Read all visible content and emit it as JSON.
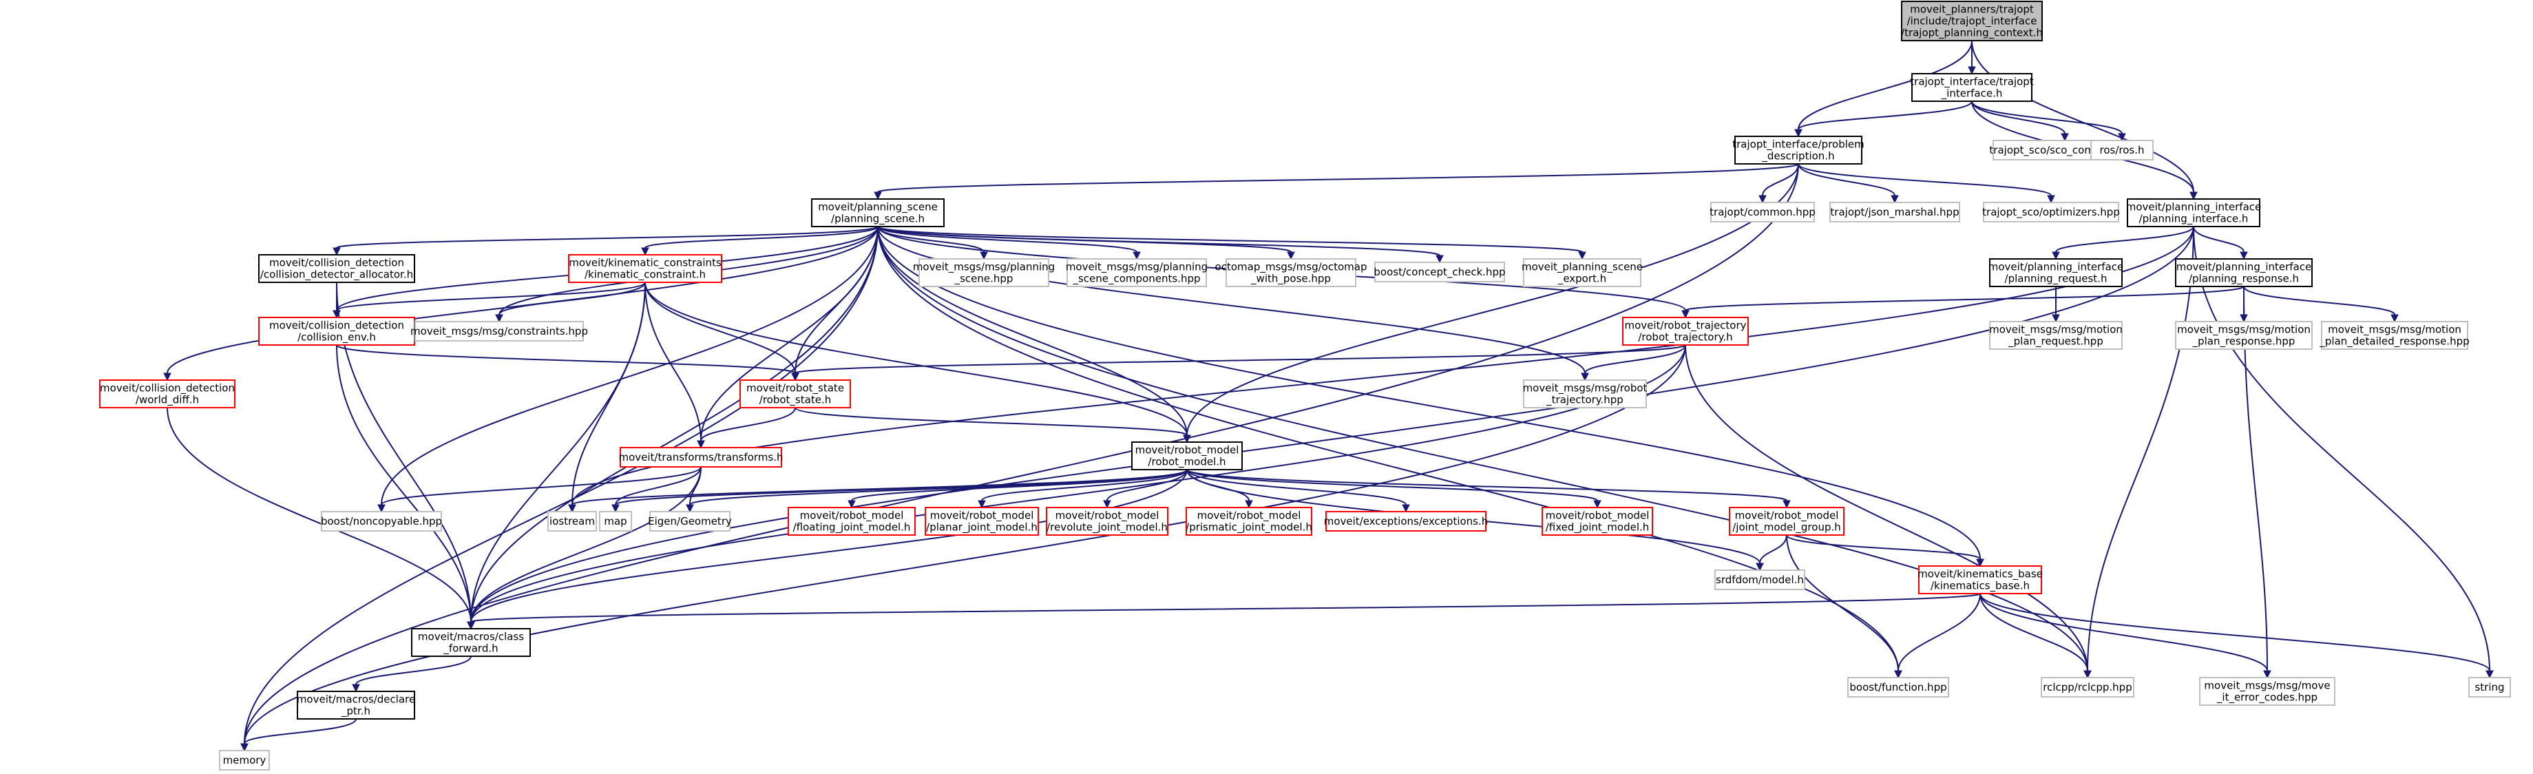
{
  "colors": {
    "edge": "#191970",
    "root_fill": "#bfbfbf",
    "root_border": "#000000",
    "documented_border": "#000000",
    "undocumented_border": "#ff0000",
    "external_border": "#bfbfbf",
    "text": "#000000"
  },
  "nodes": [
    {
      "id": "root",
      "kind": "root",
      "lines": [
        "moveit_planners/trajopt",
        "/include/trajopt_interface",
        "/trajopt_planning_context.h"
      ]
    },
    {
      "id": "trajopt_interface_h",
      "kind": "documented",
      "lines": [
        "trajopt_interface/trajopt",
        "_interface.h"
      ]
    },
    {
      "id": "problem_description_h",
      "kind": "documented",
      "lines": [
        "trajopt_interface/problem",
        "_description.h"
      ]
    },
    {
      "id": "planning_interface_h",
      "kind": "documented",
      "lines": [
        "moveit/planning_interface",
        "/planning_interface.h"
      ]
    },
    {
      "id": "sco_common_hpp",
      "kind": "external",
      "lines": [
        "trajopt_sco/sco_common.hpp"
      ]
    },
    {
      "id": "ros_h",
      "kind": "external",
      "lines": [
        "ros/ros.h"
      ]
    },
    {
      "id": "planning_scene_h",
      "kind": "documented",
      "lines": [
        "moveit/planning_scene",
        "/planning_scene.h"
      ]
    },
    {
      "id": "trajopt_common_hpp",
      "kind": "external",
      "lines": [
        "trajopt/common.hpp"
      ]
    },
    {
      "id": "json_marshal_hpp",
      "kind": "external",
      "lines": [
        "trajopt/json_marshal.hpp"
      ]
    },
    {
      "id": "optimizers_hpp",
      "kind": "external",
      "lines": [
        "trajopt_sco/optimizers.hpp"
      ]
    },
    {
      "id": "collision_detector_allocator_h",
      "kind": "documented",
      "lines": [
        "moveit/collision_detection",
        "/collision_detector_allocator.h"
      ]
    },
    {
      "id": "kinematic_constraint_h",
      "kind": "undocumented",
      "lines": [
        "moveit/kinematic_constraints",
        "/kinematic_constraint.h"
      ]
    },
    {
      "id": "planning_scene_hpp",
      "kind": "external",
      "lines": [
        "moveit_msgs/msg/planning",
        "_scene.hpp"
      ]
    },
    {
      "id": "planning_scene_components_hpp",
      "kind": "external",
      "lines": [
        "moveit_msgs/msg/planning",
        "_scene_components.hpp"
      ]
    },
    {
      "id": "octomap_with_pose_hpp",
      "kind": "external",
      "lines": [
        "octomap_msgs/msg/octomap",
        "_with_pose.hpp"
      ]
    },
    {
      "id": "concept_check_hpp",
      "kind": "external",
      "lines": [
        "boost/concept_check.hpp"
      ]
    },
    {
      "id": "planning_scene_export_h",
      "kind": "external",
      "lines": [
        "moveit_planning_scene",
        "_export.h"
      ]
    },
    {
      "id": "planning_request_h",
      "kind": "documented",
      "lines": [
        "moveit/planning_interface",
        "/planning_request.h"
      ]
    },
    {
      "id": "planning_response_h",
      "kind": "documented",
      "lines": [
        "moveit/planning_interface",
        "/planning_response.h"
      ]
    },
    {
      "id": "collision_env_h",
      "kind": "undocumented",
      "lines": [
        "moveit/collision_detection",
        "/collision_env.h"
      ]
    },
    {
      "id": "constraints_hpp",
      "kind": "external",
      "lines": [
        "moveit_msgs/msg/constraints.hpp"
      ]
    },
    {
      "id": "robot_trajectory_h",
      "kind": "undocumented",
      "lines": [
        "moveit/robot_trajectory",
        "/robot_trajectory.h"
      ]
    },
    {
      "id": "motion_plan_request_hpp",
      "kind": "external",
      "lines": [
        "moveit_msgs/msg/motion",
        "_plan_request.hpp"
      ]
    },
    {
      "id": "motion_plan_response_hpp",
      "kind": "external",
      "lines": [
        "moveit_msgs/msg/motion",
        "_plan_response.hpp"
      ]
    },
    {
      "id": "motion_plan_detailed_response_hpp",
      "kind": "external",
      "lines": [
        "moveit_msgs/msg/motion",
        "_plan_detailed_response.hpp"
      ]
    },
    {
      "id": "world_diff_h",
      "kind": "undocumented",
      "lines": [
        "moveit/collision_detection",
        "/world_diff.h"
      ]
    },
    {
      "id": "robot_state_h",
      "kind": "undocumented",
      "lines": [
        "moveit/robot_state",
        "/robot_state.h"
      ]
    },
    {
      "id": "robot_trajectory_hpp",
      "kind": "external",
      "lines": [
        "moveit_msgs/msg/robot",
        "_trajectory.hpp"
      ]
    },
    {
      "id": "transforms_h",
      "kind": "undocumented",
      "lines": [
        "moveit/transforms/transforms.h"
      ]
    },
    {
      "id": "robot_model_h",
      "kind": "documented",
      "lines": [
        "moveit/robot_model",
        "/robot_model.h"
      ]
    },
    {
      "id": "noncopyable_hpp",
      "kind": "external",
      "lines": [
        "boost/noncopyable.hpp"
      ]
    },
    {
      "id": "iostream",
      "kind": "external",
      "lines": [
        "iostream"
      ]
    },
    {
      "id": "map",
      "kind": "external",
      "lines": [
        "map"
      ]
    },
    {
      "id": "eigen_geometry",
      "kind": "external",
      "lines": [
        "Eigen/Geometry"
      ]
    },
    {
      "id": "floating_joint_model_h",
      "kind": "undocumented",
      "lines": [
        "moveit/robot_model",
        "/floating_joint_model.h"
      ]
    },
    {
      "id": "planar_joint_model_h",
      "kind": "undocumented",
      "lines": [
        "moveit/robot_model",
        "/planar_joint_model.h"
      ]
    },
    {
      "id": "revolute_joint_model_h",
      "kind": "undocumented",
      "lines": [
        "moveit/robot_model",
        "/revolute_joint_model.h"
      ]
    },
    {
      "id": "prismatic_joint_model_h",
      "kind": "undocumented",
      "lines": [
        "moveit/robot_model",
        "/prismatic_joint_model.h"
      ]
    },
    {
      "id": "exceptions_h",
      "kind": "undocumented",
      "lines": [
        "moveit/exceptions/exceptions.h"
      ]
    },
    {
      "id": "fixed_joint_model_h",
      "kind": "undocumented",
      "lines": [
        "moveit/robot_model",
        "/fixed_joint_model.h"
      ]
    },
    {
      "id": "joint_model_group_h",
      "kind": "undocumented",
      "lines": [
        "moveit/robot_model",
        "/joint_model_group.h"
      ]
    },
    {
      "id": "srdfdom_model_h",
      "kind": "external",
      "lines": [
        "srdfdom/model.h"
      ]
    },
    {
      "id": "kinematics_base_h",
      "kind": "undocumented",
      "lines": [
        "moveit/kinematics_base",
        "/kinematics_base.h"
      ]
    },
    {
      "id": "class_forward_h",
      "kind": "documented",
      "lines": [
        "moveit/macros/class",
        "_forward.h"
      ]
    },
    {
      "id": "function_hpp",
      "kind": "external",
      "lines": [
        "boost/function.hpp"
      ]
    },
    {
      "id": "rclcpp_hpp",
      "kind": "external",
      "lines": [
        "rclcpp/rclcpp.hpp"
      ]
    },
    {
      "id": "move_it_error_codes_hpp",
      "kind": "external",
      "lines": [
        "moveit_msgs/msg/move",
        "_it_error_codes.hpp"
      ]
    },
    {
      "id": "string",
      "kind": "external",
      "lines": [
        "string"
      ]
    },
    {
      "id": "declare_ptr_h",
      "kind": "documented",
      "lines": [
        "moveit/macros/declare",
        "_ptr.h"
      ]
    },
    {
      "id": "memory",
      "kind": "external",
      "lines": [
        "memory"
      ]
    }
  ],
  "edges": [
    [
      "root",
      "trajopt_interface_h"
    ],
    [
      "root",
      "problem_description_h"
    ],
    [
      "root",
      "planning_interface_h"
    ],
    [
      "trajopt_interface_h",
      "problem_description_h"
    ],
    [
      "trajopt_interface_h",
      "sco_common_hpp"
    ],
    [
      "trajopt_interface_h",
      "ros_h"
    ],
    [
      "trajopt_interface_h",
      "planning_interface_h"
    ],
    [
      "problem_description_h",
      "planning_scene_h"
    ],
    [
      "problem_description_h",
      "trajopt_common_hpp"
    ],
    [
      "problem_description_h",
      "json_marshal_hpp"
    ],
    [
      "problem_description_h",
      "optimizers_hpp"
    ],
    [
      "problem_description_h",
      "robot_model_h"
    ],
    [
      "problem_description_h",
      "memory"
    ],
    [
      "planning_interface_h",
      "planning_request_h"
    ],
    [
      "planning_interface_h",
      "planning_response_h"
    ],
    [
      "planning_interface_h",
      "class_forward_h"
    ],
    [
      "planning_interface_h",
      "rclcpp_hpp"
    ],
    [
      "planning_interface_h",
      "string"
    ],
    [
      "planning_interface_h",
      "iostream"
    ],
    [
      "planning_scene_h",
      "collision_detector_allocator_h"
    ],
    [
      "planning_scene_h",
      "kinematic_constraint_h"
    ],
    [
      "planning_scene_h",
      "planning_scene_hpp"
    ],
    [
      "planning_scene_h",
      "planning_scene_components_hpp"
    ],
    [
      "planning_scene_h",
      "octomap_with_pose_hpp"
    ],
    [
      "planning_scene_h",
      "concept_check_hpp"
    ],
    [
      "planning_scene_h",
      "planning_scene_export_h"
    ],
    [
      "planning_scene_h",
      "collision_env_h"
    ],
    [
      "planning_scene_h",
      "constraints_hpp"
    ],
    [
      "planning_scene_h",
      "robot_trajectory_h"
    ],
    [
      "planning_scene_h",
      "world_diff_h"
    ],
    [
      "planning_scene_h",
      "robot_state_h"
    ],
    [
      "planning_scene_h",
      "robot_trajectory_hpp"
    ],
    [
      "planning_scene_h",
      "transforms_h"
    ],
    [
      "planning_scene_h",
      "robot_model_h"
    ],
    [
      "planning_scene_h",
      "noncopyable_hpp"
    ],
    [
      "planning_scene_h",
      "kinematics_base_h"
    ],
    [
      "planning_scene_h",
      "class_forward_h"
    ],
    [
      "planning_scene_h",
      "function_hpp"
    ],
    [
      "planning_scene_h",
      "rclcpp_hpp"
    ],
    [
      "planning_scene_h",
      "memory"
    ],
    [
      "collision_detector_allocator_h",
      "collision_env_h"
    ],
    [
      "collision_detector_allocator_h",
      "class_forward_h"
    ],
    [
      "kinematic_constraint_h",
      "collision_env_h"
    ],
    [
      "kinematic_constraint_h",
      "constraints_hpp"
    ],
    [
      "kinematic_constraint_h",
      "robot_state_h"
    ],
    [
      "kinematic_constraint_h",
      "transforms_h"
    ],
    [
      "kinematic_constraint_h",
      "robot_model_h"
    ],
    [
      "kinematic_constraint_h",
      "iostream"
    ],
    [
      "kinematic_constraint_h",
      "class_forward_h"
    ],
    [
      "planning_response_h",
      "robot_trajectory_h"
    ],
    [
      "planning_response_h",
      "motion_plan_response_hpp"
    ],
    [
      "planning_response_h",
      "motion_plan_detailed_response_hpp"
    ],
    [
      "planning_response_h",
      "move_it_error_codes_hpp"
    ],
    [
      "planning_request_h",
      "motion_plan_request_hpp"
    ],
    [
      "collision_env_h",
      "robot_state_h"
    ],
    [
      "collision_env_h",
      "class_forward_h"
    ],
    [
      "robot_trajectory_h",
      "robot_state_h"
    ],
    [
      "robot_trajectory_h",
      "robot_trajectory_hpp"
    ],
    [
      "robot_trajectory_h",
      "class_forward_h"
    ],
    [
      "robot_trajectory_h",
      "rclcpp_hpp"
    ],
    [
      "robot_trajectory_h",
      "memory"
    ],
    [
      "world_diff_h",
      "class_forward_h"
    ],
    [
      "robot_state_h",
      "transforms_h"
    ],
    [
      "robot_state_h",
      "robot_model_h"
    ],
    [
      "transforms_h",
      "noncopyable_hpp"
    ],
    [
      "transforms_h",
      "map"
    ],
    [
      "transforms_h",
      "eigen_geometry"
    ],
    [
      "transforms_h",
      "class_forward_h"
    ],
    [
      "robot_model_h",
      "iostream"
    ],
    [
      "robot_model_h",
      "map"
    ],
    [
      "robot_model_h",
      "eigen_geometry"
    ],
    [
      "robot_model_h",
      "floating_joint_model_h"
    ],
    [
      "robot_model_h",
      "planar_joint_model_h"
    ],
    [
      "robot_model_h",
      "revolute_joint_model_h"
    ],
    [
      "robot_model_h",
      "prismatic_joint_model_h"
    ],
    [
      "robot_model_h",
      "exceptions_h"
    ],
    [
      "robot_model_h",
      "fixed_joint_model_h"
    ],
    [
      "robot_model_h",
      "joint_model_group_h"
    ],
    [
      "robot_model_h",
      "srdfdom_model_h"
    ],
    [
      "robot_model_h",
      "class_forward_h"
    ],
    [
      "joint_model_group_h",
      "srdfdom_model_h"
    ],
    [
      "joint_model_group_h",
      "kinematics_base_h"
    ],
    [
      "joint_model_group_h",
      "function_hpp"
    ],
    [
      "kinematics_base_h",
      "class_forward_h"
    ],
    [
      "kinematics_base_h",
      "function_hpp"
    ],
    [
      "kinematics_base_h",
      "rclcpp_hpp"
    ],
    [
      "kinematics_base_h",
      "move_it_error_codes_hpp"
    ],
    [
      "kinematics_base_h",
      "string"
    ],
    [
      "class_forward_h",
      "declare_ptr_h"
    ],
    [
      "declare_ptr_h",
      "memory"
    ]
  ]
}
